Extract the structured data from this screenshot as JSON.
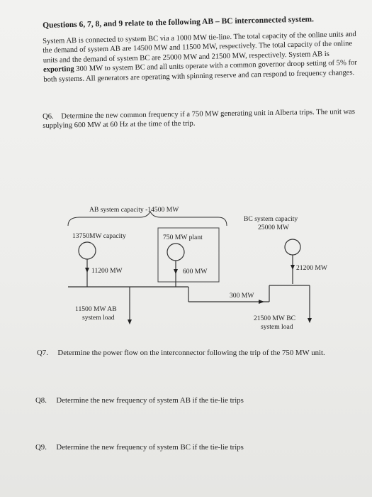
{
  "heading": "Questions 6, 7, 8, and 9 relate to the following AB – BC interconnected system.",
  "paragraph": {
    "part1": "System AB is connected to system BC via a 1000 MW tie-line. The total capacity of the online units and the demand of system AB are 14500 MW and 11500 MW, respectively. The total capacity of the online units and the demand of system BC are 25000 MW and 21500 MW, respectively. System AB is ",
    "bold": "exporting",
    "part2": " 300 MW to system BC and all units operate with a common governor droop setting of 5% for both systems. All generators are operating with spinning reserve and can respond to frequency changes."
  },
  "q6": {
    "number": "Q6.",
    "text": "Determine the new common frequency if a 750 MW generating unit in Alberta trips. The unit was supplying 600 MW at 60 Hz at the time of the trip."
  },
  "diagram": {
    "ab_capacity": "AB system capacity -14500 MW",
    "bc_capacity_line1": "BC system capacity",
    "bc_capacity_line2": "25000 MW",
    "ab_units": "13750MW capacity",
    "plant": "750 MW plant",
    "ab_gen": "11200 MW",
    "plant_gen": "600 MW",
    "bc_gen": "21200 MW",
    "tie_flow": "300 MW",
    "ab_load_line1": "11500 MW AB",
    "ab_load_line2": "system load",
    "bc_load_line1": "21500 MW BC",
    "bc_load_line2": "system load"
  },
  "q7": {
    "number": "Q7.",
    "text": "Determine the power flow on the interconnector following the trip of the 750 MW unit."
  },
  "q8": {
    "number": "Q8.",
    "text": "Determine the new frequency of system AB if the tie-lie trips"
  },
  "q9": {
    "number": "Q9.",
    "text": "Determine the new frequency of system BC if the tie-lie trips"
  }
}
